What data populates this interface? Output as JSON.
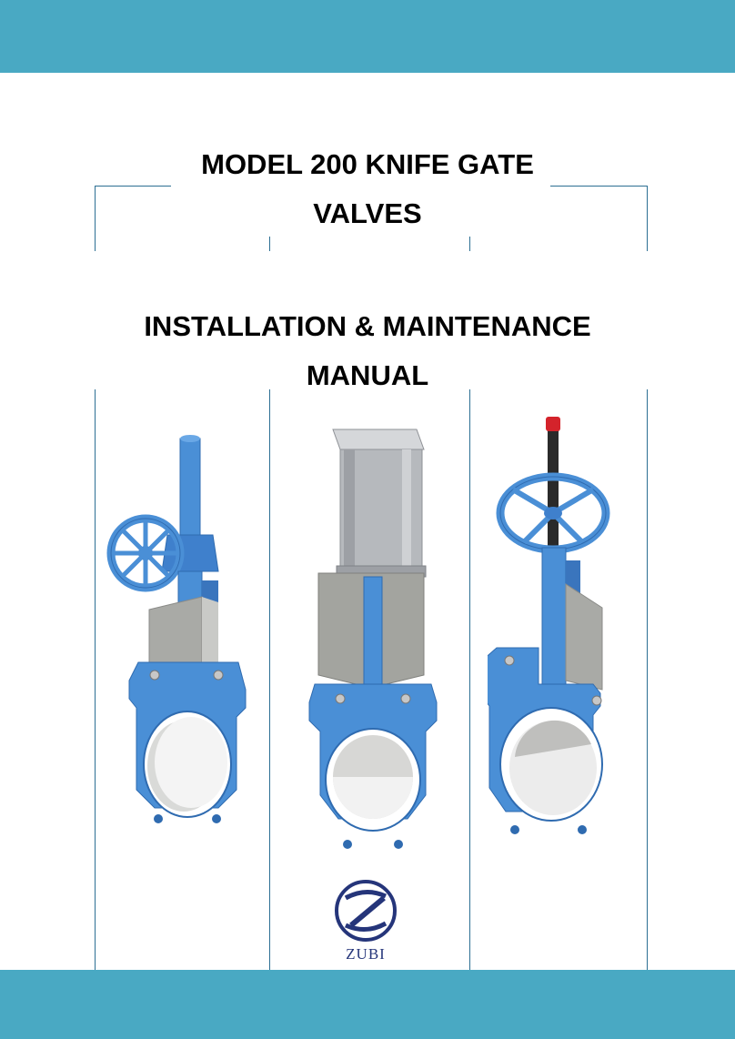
{
  "colors": {
    "band": "#49a9c3",
    "frame": "#2c6f93",
    "valve_body": "#4a8fd6",
    "valve_body_dark": "#2f6bb0",
    "gate_steel": "#a9aaa6",
    "cylinder": "#b6b9bd",
    "handle_cap": "#d4232b",
    "logo": "#25357a"
  },
  "title": {
    "line1": "MODEL 200 KNIFE GATE",
    "line2": "VALVES"
  },
  "subtitle": {
    "line1": "INSTALLATION & MAINTENANCE",
    "line2": "MANUAL"
  },
  "images": [
    {
      "name": "gear-operated-knife-gate-valve",
      "icon": "handwheel-gearbox"
    },
    {
      "name": "pneumatic-knife-gate-valve",
      "icon": "pneumatic-cylinder"
    },
    {
      "name": "handwheel-knife-gate-valve",
      "icon": "handwheel-rising-stem"
    }
  ],
  "logo": {
    "icon": "zubi-logo-icon",
    "text": "ZUBI"
  }
}
